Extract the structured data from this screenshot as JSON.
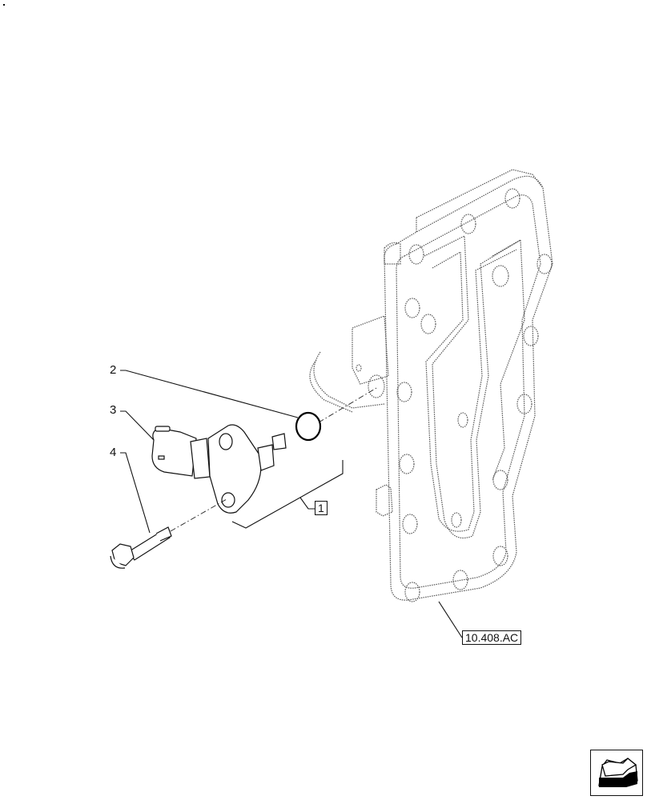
{
  "diagram": {
    "type": "exploded-parts-view",
    "callouts": [
      {
        "id": "callout-2",
        "label": "2",
        "part": "o-ring"
      },
      {
        "id": "callout-3",
        "label": "3",
        "part": "sensor"
      },
      {
        "id": "callout-4",
        "label": "4",
        "part": "bolt"
      }
    ],
    "assembly_ref": {
      "label": "1"
    },
    "cross_ref": {
      "label": "10.408.AC"
    },
    "nav": {
      "icon": "next-page-arrow-icon"
    },
    "colors": {
      "line": "#111111",
      "dotted": "#555555",
      "background": "#ffffff"
    }
  }
}
